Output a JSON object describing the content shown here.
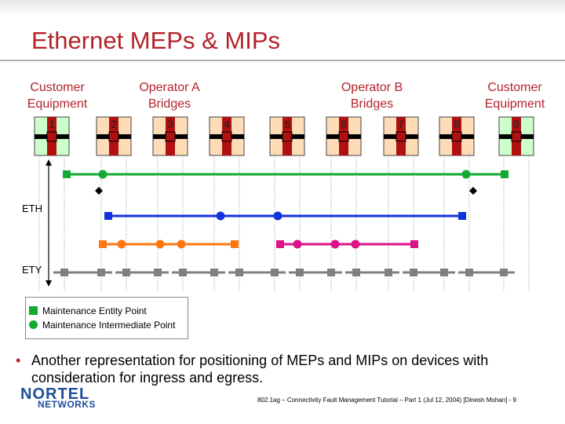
{
  "title": "Ethernet MEPs & MIPs",
  "groups": {
    "customer_left": [
      "Customer",
      "Equipment"
    ],
    "operator_a": [
      "Operator A",
      "Bridges"
    ],
    "operator_b": [
      "Operator B",
      "Bridges"
    ],
    "customer_right": [
      "Customer",
      "Equipment"
    ]
  },
  "devices": [
    {
      "label": "1",
      "color": "#ccffcc"
    },
    {
      "label": "2",
      "color": "#ffdcb8"
    },
    {
      "label": "3",
      "color": "#ffdcb8"
    },
    {
      "label": "4",
      "color": "#ffdcb8"
    },
    {
      "label": "5",
      "color": "#ffdcb8"
    },
    {
      "label": "6",
      "color": "#ffdcb8"
    },
    {
      "label": "7",
      "color": "#ffdcb8"
    },
    {
      "label": "8",
      "color": "#ffdcb8"
    },
    {
      "label": "9",
      "color": "#ccffcc"
    }
  ],
  "levels": {
    "eth_label": "ETH",
    "ety_label": "ETY"
  },
  "colors": {
    "title_red": "#b3232a",
    "customer_level": "#11aa33",
    "provider_level": "#1133dd",
    "operator_a_level": "#ff7711",
    "operator_b_level": "#dd1188",
    "ety_level": "#808080",
    "device_cross": "#b01010"
  },
  "legend": {
    "mep": "Maintenance Entity Point",
    "mip": "Maintenance Intermediate Point"
  },
  "bullet": {
    "marker": "•",
    "text": "Another representation for positioning of MEPs and MIPs on devices with consideration for ingress and egress."
  },
  "logo": {
    "line1": "NORTEL",
    "line2": "NETWORKS"
  },
  "footer": "802.1ag – Connectivity Fault Management Tutorial – Part 1 (Jul 12, 2004) [Dinesh Mohan] - 9"
}
